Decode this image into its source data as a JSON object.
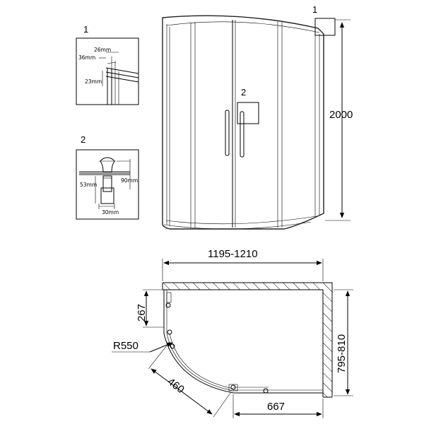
{
  "callouts": {
    "top_profile": "1",
    "handle": "2"
  },
  "detail_1": {
    "dim_a": "26mm",
    "dim_b": "36mm",
    "dim_c": "23mm"
  },
  "detail_2": {
    "dim_height": "90mm",
    "dim_base": "53mm",
    "dim_width": "30mm"
  },
  "elevation": {
    "height": "2000"
  },
  "plan": {
    "width": "1195-1210",
    "depth": "795-810",
    "fixed_side": "267",
    "radius": "R550",
    "curved_panel": "460",
    "straight_panel": "667"
  },
  "colors": {
    "line": "#000000",
    "frame": "#222222",
    "hatch": "#000000"
  }
}
